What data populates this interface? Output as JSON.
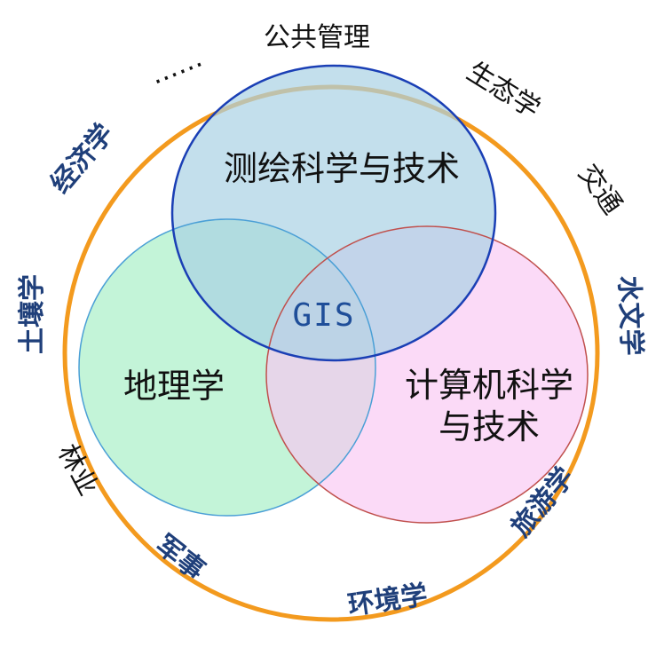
{
  "colors": {
    "outer_ring": "#f39a1e",
    "surveying_fill": "#a9d1e4",
    "surveying_stroke": "#1a3fb5",
    "geography_fill": "#a9f0c8",
    "geography_stroke": "#4a9fd6",
    "computer_fill": "#f9c6f2",
    "computer_stroke": "#c0504d",
    "gis_text": "#1f4e99",
    "dark_text": "#111111",
    "blue_text": "#1f3f7a"
  },
  "circles": {
    "surveying": {
      "label": "测绘科学与技术"
    },
    "geography": {
      "label": "地理学"
    },
    "computer": {
      "line1": "计算机科学",
      "line2": "与技术"
    },
    "center": {
      "label": "GIS"
    }
  },
  "related_fields": {
    "public_management": "公共管理",
    "ecology": "生态学",
    "transportation": "交通",
    "hydrology": "水文学",
    "tourism": "旅游学",
    "environmental": "环境学",
    "military": "军事",
    "forestry": "林业",
    "soil_science": "土壤学",
    "economics": "经济学",
    "ellipsis": "……"
  }
}
